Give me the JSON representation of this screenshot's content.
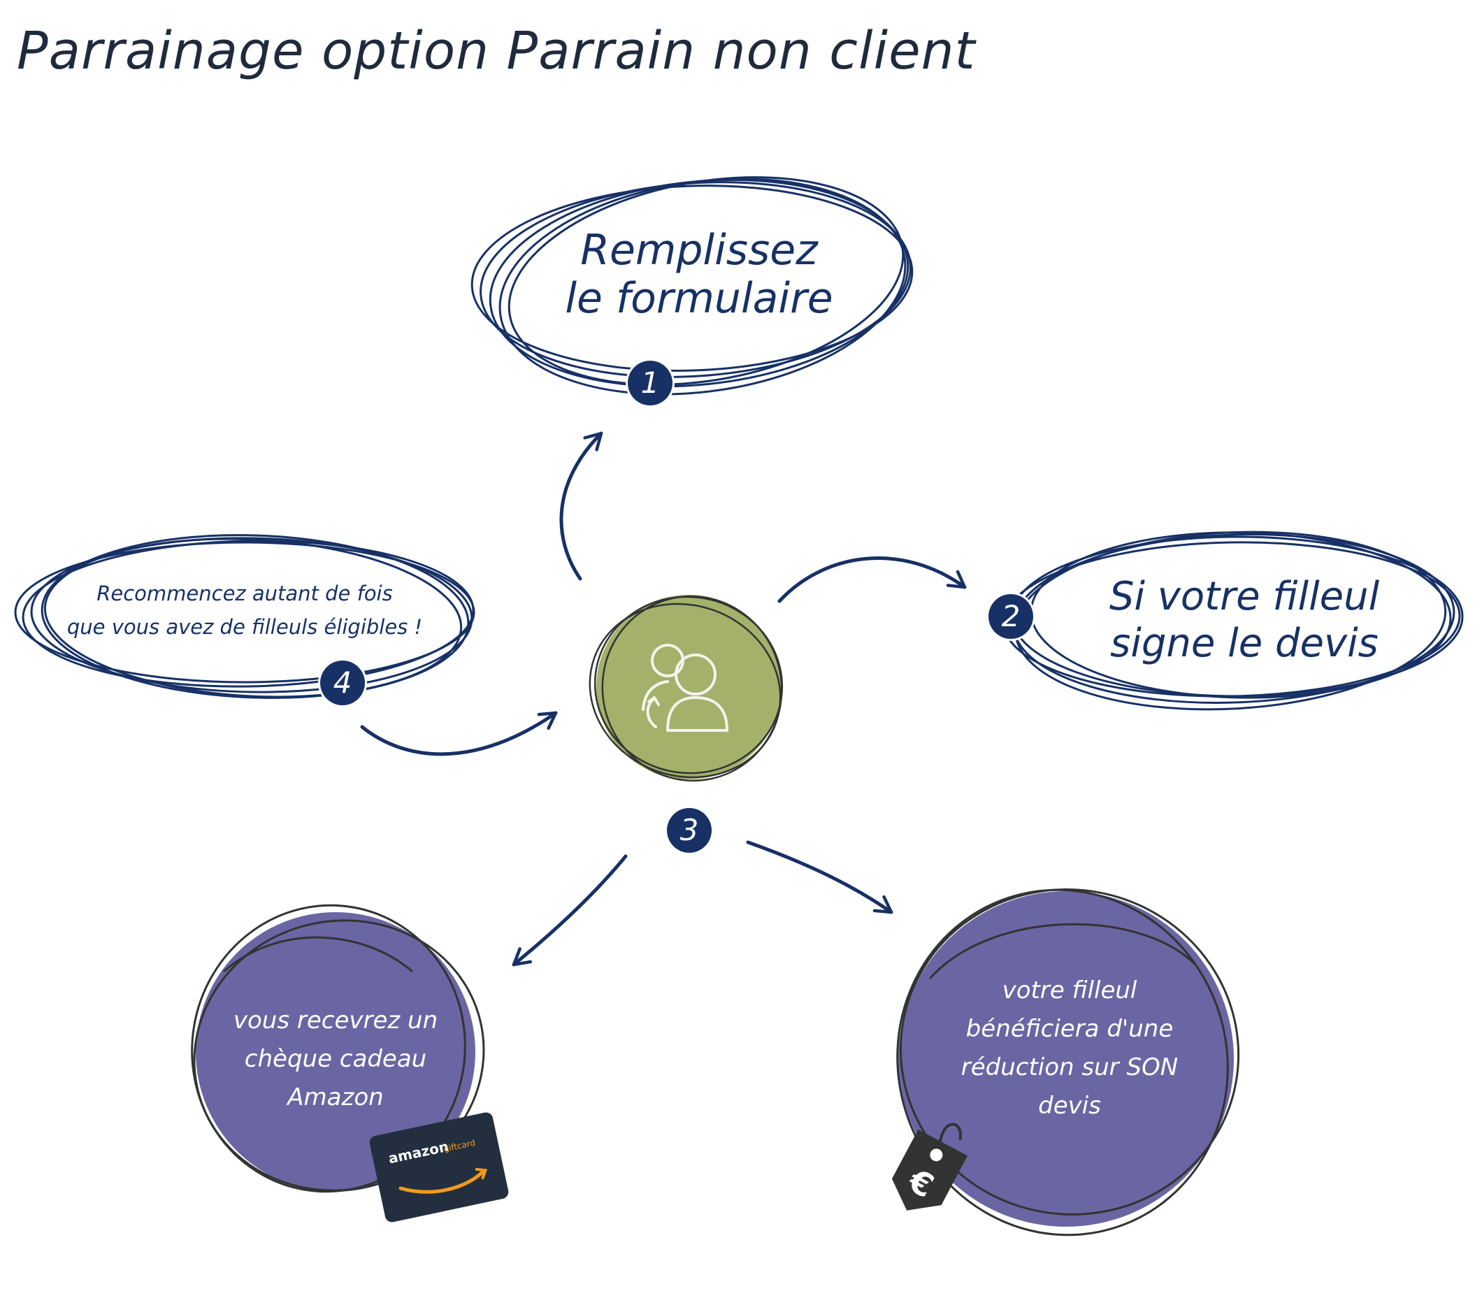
{
  "title": "Parrainage option Parrain non client",
  "steps": {
    "step1": {
      "number": "1",
      "line1": "Remplissez",
      "line2": "le formulaire"
    },
    "step2": {
      "number": "2",
      "line1": "Si votre filleul",
      "line2": "signe le devis"
    },
    "step3": {
      "number": "3",
      "reward_parrain": {
        "line1": "vous recevrez un",
        "line2": "chèque cadeau",
        "line3": "Amazon"
      },
      "reward_filleul": {
        "line1": "votre filleul",
        "line2": "bénéficiera d'une",
        "line3": "réduction sur SON",
        "line4": "devis"
      }
    },
    "step4": {
      "number": "4",
      "line1": "Recommencez autant de fois",
      "line2": "que vous avez de filleuls éligibles !"
    }
  },
  "giftcard": {
    "brand": "amazon",
    "subtitle": "giftcard"
  },
  "price_tag": {
    "symbol": "€"
  },
  "icons": {
    "center": "users-referral-icon",
    "giftcard": "amazon-giftcard-icon",
    "price_tag": "euro-price-tag-icon"
  },
  "colors": {
    "navy": "#173166",
    "olive": "#a3b16a",
    "purple": "#6a66a3",
    "sketch_dark": "#333333",
    "amazon_orange": "#f29a1e",
    "card_bg": "#232f3e"
  }
}
